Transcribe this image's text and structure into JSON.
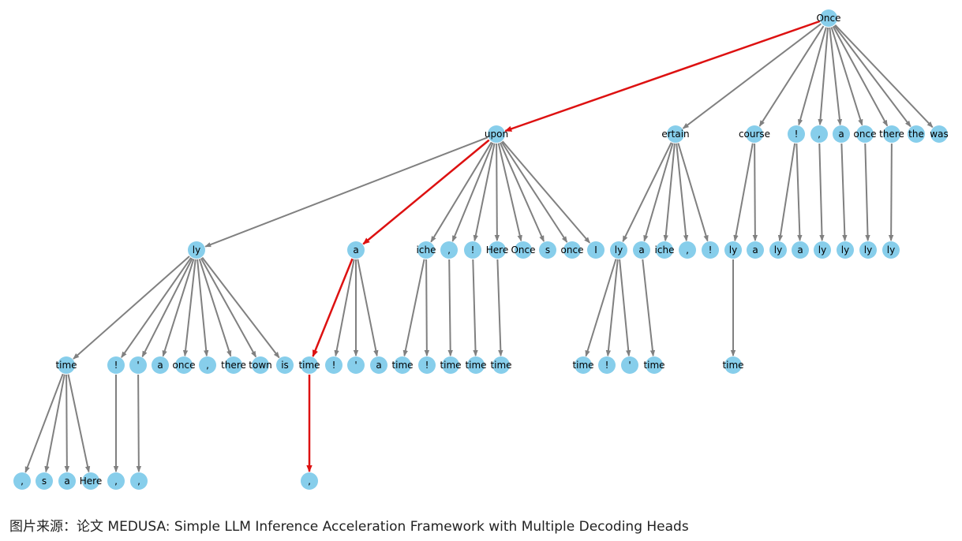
{
  "colors": {
    "node": "#87CEEB",
    "edge": "#808080",
    "highlight": "#DD1111",
    "label": "#000000"
  },
  "caption": "图片来源：论文 MEDUSA: Simple LLM Inference Acceleration Framework with Multiple Decoding Heads",
  "tree": {
    "nodes": [
      {
        "id": "n0",
        "label": "Once"
      },
      {
        "id": "n1",
        "label": "upon",
        "parent": "n0",
        "highlight": true
      },
      {
        "id": "n2",
        "label": "ertain",
        "parent": "n0"
      },
      {
        "id": "n3",
        "label": "course",
        "parent": "n0"
      },
      {
        "id": "n4",
        "label": "!",
        "parent": "n0"
      },
      {
        "id": "n5",
        "label": ",",
        "parent": "n0"
      },
      {
        "id": "n6",
        "label": "a",
        "parent": "n0"
      },
      {
        "id": "n7",
        "label": "once",
        "parent": "n0"
      },
      {
        "id": "n8",
        "label": "there",
        "parent": "n0"
      },
      {
        "id": "n9",
        "label": "the",
        "parent": "n0"
      },
      {
        "id": "n10",
        "label": "was",
        "parent": "n0"
      },
      {
        "id": "n11",
        "label": "ly",
        "parent": "n1"
      },
      {
        "id": "n12",
        "label": "a",
        "parent": "n1",
        "highlight": true
      },
      {
        "id": "n13",
        "label": "iche",
        "parent": "n1"
      },
      {
        "id": "n14",
        "label": ",",
        "parent": "n1"
      },
      {
        "id": "n15",
        "label": "!",
        "parent": "n1"
      },
      {
        "id": "n16",
        "label": "Here",
        "parent": "n1"
      },
      {
        "id": "n17",
        "label": "Once",
        "parent": "n1"
      },
      {
        "id": "n18",
        "label": "s",
        "parent": "n1"
      },
      {
        "id": "n19",
        "label": "once",
        "parent": "n1"
      },
      {
        "id": "n20",
        "label": "I",
        "parent": "n1"
      },
      {
        "id": "n21",
        "label": "ly",
        "parent": "n2"
      },
      {
        "id": "n22",
        "label": "a",
        "parent": "n2"
      },
      {
        "id": "n23",
        "label": "iche",
        "parent": "n2"
      },
      {
        "id": "n24",
        "label": ",",
        "parent": "n2"
      },
      {
        "id": "n25",
        "label": "!",
        "parent": "n2"
      },
      {
        "id": "n26",
        "label": "ly",
        "parent": "n3"
      },
      {
        "id": "n27",
        "label": "a",
        "parent": "n3"
      },
      {
        "id": "n28",
        "label": "ly",
        "parent": "n4"
      },
      {
        "id": "n29",
        "label": "a",
        "parent": "n4"
      },
      {
        "id": "n30",
        "label": "ly",
        "parent": "n5"
      },
      {
        "id": "n31",
        "label": "ly",
        "parent": "n6"
      },
      {
        "id": "n32",
        "label": "ly",
        "parent": "n7"
      },
      {
        "id": "n33",
        "label": "ly",
        "parent": "n8"
      },
      {
        "id": "n34",
        "label": "time",
        "parent": "n11"
      },
      {
        "id": "n35",
        "label": "!",
        "parent": "n11"
      },
      {
        "id": "n36",
        "label": "'",
        "parent": "n11"
      },
      {
        "id": "n37",
        "label": "a",
        "parent": "n11"
      },
      {
        "id": "n38",
        "label": "once",
        "parent": "n11"
      },
      {
        "id": "n39",
        "label": ",",
        "parent": "n11"
      },
      {
        "id": "n40",
        "label": "there",
        "parent": "n11"
      },
      {
        "id": "n41",
        "label": "town",
        "parent": "n11"
      },
      {
        "id": "n42",
        "label": "is",
        "parent": "n11"
      },
      {
        "id": "n43",
        "label": "time",
        "parent": "n12",
        "highlight": true
      },
      {
        "id": "n44",
        "label": "!",
        "parent": "n12"
      },
      {
        "id": "n45",
        "label": "'",
        "parent": "n12"
      },
      {
        "id": "n46",
        "label": "a",
        "parent": "n12"
      },
      {
        "id": "n47",
        "label": "time",
        "parent": "n13"
      },
      {
        "id": "n48",
        "label": "!",
        "parent": "n13"
      },
      {
        "id": "n49",
        "label": "time",
        "parent": "n14"
      },
      {
        "id": "n50",
        "label": "time",
        "parent": "n15"
      },
      {
        "id": "n51",
        "label": "time",
        "parent": "n16"
      },
      {
        "id": "n52",
        "label": "time",
        "parent": "n21"
      },
      {
        "id": "n53",
        "label": "!",
        "parent": "n21"
      },
      {
        "id": "n54",
        "label": "'",
        "parent": "n21"
      },
      {
        "id": "n55",
        "label": "time",
        "parent": "n22"
      },
      {
        "id": "n56",
        "label": "time",
        "parent": "n26"
      },
      {
        "id": "n57",
        "label": ",",
        "parent": "n34"
      },
      {
        "id": "n58",
        "label": "s",
        "parent": "n34"
      },
      {
        "id": "n59",
        "label": "a",
        "parent": "n34"
      },
      {
        "id": "n60",
        "label": "Here",
        "parent": "n34"
      },
      {
        "id": "n61",
        "label": ",",
        "parent": "n35"
      },
      {
        "id": "n62",
        "label": ",",
        "parent": "n36"
      },
      {
        "id": "n63",
        "label": ",",
        "parent": "n43",
        "highlight": true
      }
    ]
  }
}
